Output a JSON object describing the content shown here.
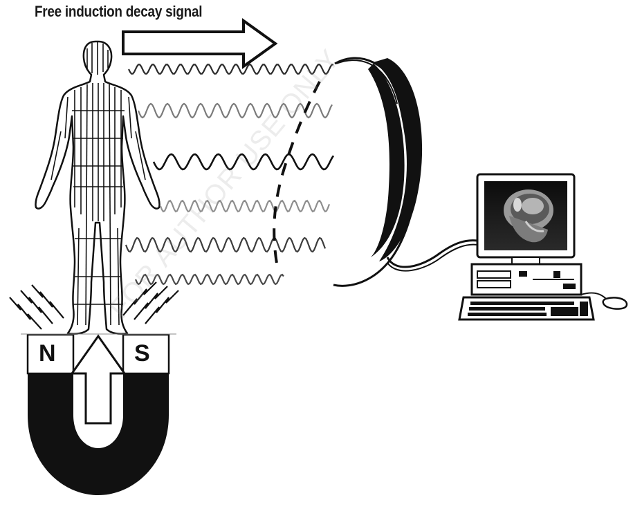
{
  "title": "Free induction decay signal",
  "magnet": {
    "north_label": "N",
    "south_label": "S"
  },
  "watermark": "FOR AUTHOR USE ONLY"
}
